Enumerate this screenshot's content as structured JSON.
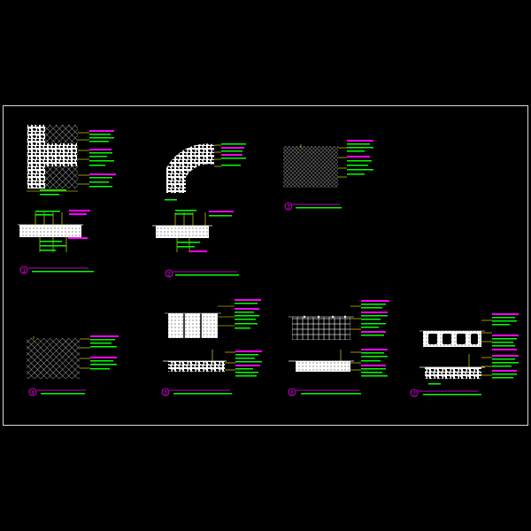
{
  "drawing": {
    "background": "#000000",
    "frame_color": "#d9d9d9",
    "colors": {
      "hatch": "#ffffff",
      "leader": "#ffff00",
      "note_green": "#00ff00",
      "note_magenta": "#ff00ff",
      "callout_circle": "#ff00ff"
    },
    "details": [
      {
        "id": "1",
        "callout": "1"
      },
      {
        "id": "2",
        "callout": "2"
      },
      {
        "id": "3",
        "callout": "3"
      },
      {
        "id": "4",
        "callout": "4"
      },
      {
        "id": "5",
        "callout": "5"
      },
      {
        "id": "6",
        "callout": "6"
      },
      {
        "id": "7",
        "callout": "7"
      }
    ]
  }
}
